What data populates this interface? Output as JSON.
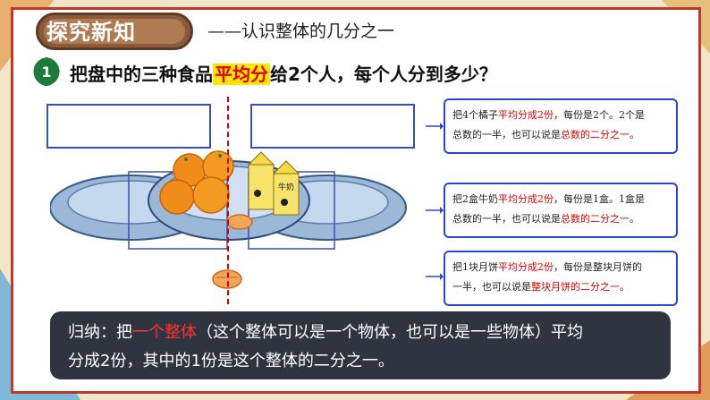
{
  "header": {
    "title": "探究新知",
    "subtitle": "——认识整体的几分之一"
  },
  "question": {
    "badge": "1",
    "before": "把盘中的三种食品",
    "highlight": "平均分",
    "after": "给2个人，每个人分到多少？"
  },
  "notes": [
    {
      "line1_a": "把4个橘子",
      "line1_red": "平均分成2份",
      "line1_b": "，每份是2个。2个是",
      "line2_a": "总数的一半，也可以说是",
      "line2_red": "总数的二分之一",
      "line2_b": "。"
    },
    {
      "line1_a": "把2盒牛奶",
      "line1_red": "平均分成2份",
      "line1_b": "，每份是1盒。1盒是",
      "line2_a": "总数的一半，也可以说是",
      "line2_red": "总数的二分之一",
      "line2_b": "。"
    },
    {
      "line1_a": "把1块月饼",
      "line1_red": "平均分成2份",
      "line1_b": "，每份是整块月饼的",
      "line2_a": "一半，也可以说是",
      "line2_red": "整块月饼的二分之一",
      "line2_b": "。"
    }
  ],
  "milk_label": "牛奶",
  "summary": {
    "prefix": "归纳：把",
    "red": "一个整体",
    "rest1": "（这个整体可以是一个物体，也可以是一些物体）平均",
    "rest2": "分成2份，其中的1份是这个整体的二分之一。"
  },
  "colors": {
    "frame": "#c0392b",
    "accent_red": "#e00000",
    "highlight": "#ffe600",
    "note_border": "#2d45c8",
    "summary_bg": "#2f3540"
  }
}
